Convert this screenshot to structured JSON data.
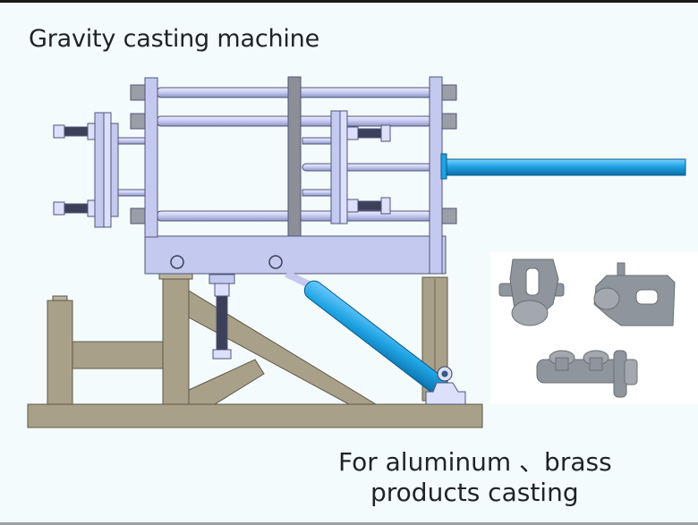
{
  "title": "Gravity casting machine",
  "caption": {
    "line1": "For aluminum 、brass",
    "line2": "products casting"
  },
  "colors": {
    "background": "#f4fbfc",
    "frame_steel": "#c4c9ef",
    "base_frame": "#a8a088",
    "hydraulic_cylinder": "#1fa3e3",
    "casting_parts": "#8f959c"
  },
  "illustration": {
    "machine": "gravity-casting-machine-cad-drawing",
    "products": [
      "casting-part-bracket",
      "casting-part-caliper",
      "casting-part-master-cylinder"
    ]
  }
}
